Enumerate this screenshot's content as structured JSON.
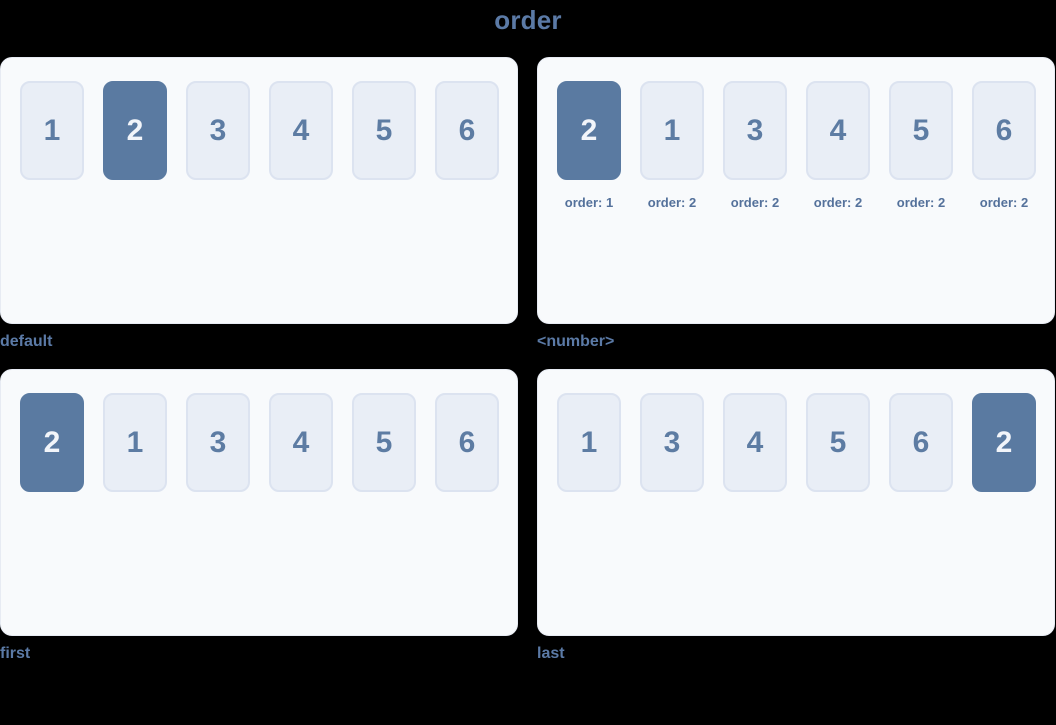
{
  "title": "order",
  "colors": {
    "background": "#000000",
    "heading": "#5b7aa6",
    "panel_bg": "#f8fafc",
    "panel_border": "#e7ebf3",
    "item_bg": "#e9eef6",
    "item_border": "#dce3f0",
    "item_text": "#5d7ca3",
    "highlight_bg": "#5a7aa1",
    "highlight_text": "#f2f5fa",
    "order_label_text": "#54719b"
  },
  "panels": [
    {
      "id": "default",
      "label": "default",
      "items": [
        {
          "value": "1",
          "highlighted": false
        },
        {
          "value": "2",
          "highlighted": true
        },
        {
          "value": "3",
          "highlighted": false
        },
        {
          "value": "4",
          "highlighted": false
        },
        {
          "value": "5",
          "highlighted": false
        },
        {
          "value": "6",
          "highlighted": false
        }
      ]
    },
    {
      "id": "number",
      "label": "<number>",
      "items": [
        {
          "value": "2",
          "highlighted": true,
          "order_label": "order: 1"
        },
        {
          "value": "1",
          "highlighted": false,
          "order_label": "order: 2"
        },
        {
          "value": "3",
          "highlighted": false,
          "order_label": "order: 2"
        },
        {
          "value": "4",
          "highlighted": false,
          "order_label": "order: 2"
        },
        {
          "value": "5",
          "highlighted": false,
          "order_label": "order: 2"
        },
        {
          "value": "6",
          "highlighted": false,
          "order_label": "order: 2"
        }
      ]
    },
    {
      "id": "first",
      "label": "first",
      "items": [
        {
          "value": "2",
          "highlighted": true
        },
        {
          "value": "1",
          "highlighted": false
        },
        {
          "value": "3",
          "highlighted": false
        },
        {
          "value": "4",
          "highlighted": false
        },
        {
          "value": "5",
          "highlighted": false
        },
        {
          "value": "6",
          "highlighted": false
        }
      ]
    },
    {
      "id": "last",
      "label": "last",
      "items": [
        {
          "value": "1",
          "highlighted": false
        },
        {
          "value": "3",
          "highlighted": false
        },
        {
          "value": "4",
          "highlighted": false
        },
        {
          "value": "5",
          "highlighted": false
        },
        {
          "value": "6",
          "highlighted": false
        },
        {
          "value": "2",
          "highlighted": true
        }
      ]
    }
  ]
}
